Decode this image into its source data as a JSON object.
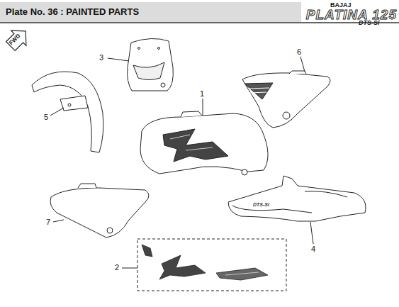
{
  "diagram": {
    "title": "Plate No. 36 : PAINTED PARTS",
    "labels": [
      "BAJAJ",
      "PLATINA 125",
      "DTS-Si",
      "FWD",
      "3",
      "6",
      "1",
      "5",
      "4",
      "7",
      "2",
      "DTS-Si"
    ]
  }
}
